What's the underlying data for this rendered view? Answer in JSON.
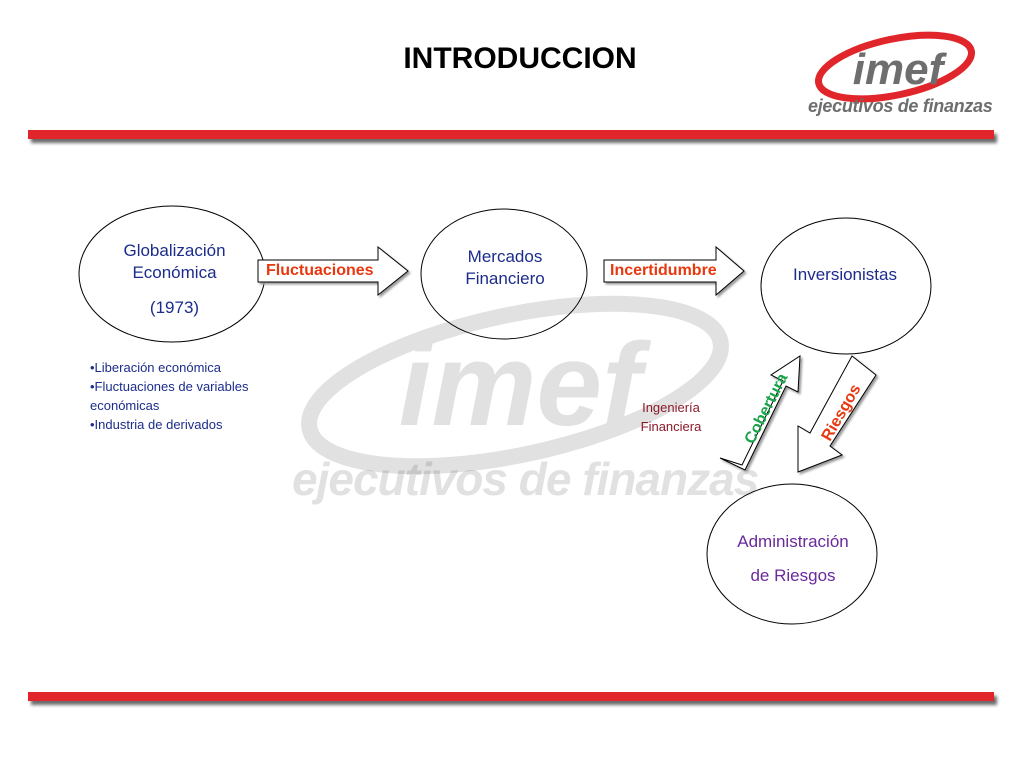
{
  "title": "INTRODUCCION",
  "logo": {
    "mark": "imef",
    "subtitle": "ejecutivos de finanzas"
  },
  "nodes": {
    "globalizacion": {
      "line1": "Globalización",
      "line2": "Económica",
      "line3": "(1973)"
    },
    "mercados": {
      "line1": "Mercados",
      "line2": "Financiero"
    },
    "inversionistas": {
      "line1": "Inversionistas"
    },
    "administracion": {
      "line1": "Administración",
      "line2": "de Riesgos"
    }
  },
  "arrows": {
    "fluctuaciones": "Fluctuaciones",
    "incertidumbre": "Incertidumbre",
    "cobertura": "Cobertura",
    "riesgos": "Riesgos"
  },
  "ingenieria": {
    "line1": "Ingeniería",
    "line2": "Financiera"
  },
  "bullets": [
    "•Liberación económica",
    "•Fluctuaciones de variables económicas",
    "•Industria de derivados"
  ],
  "colors": {
    "accent_red": "#e0262b",
    "navy": "#1c2c8c",
    "orange_red": "#e8380f",
    "green": "#1aa34a",
    "purple": "#6a2a9c",
    "maroon": "#8b1a2a"
  }
}
